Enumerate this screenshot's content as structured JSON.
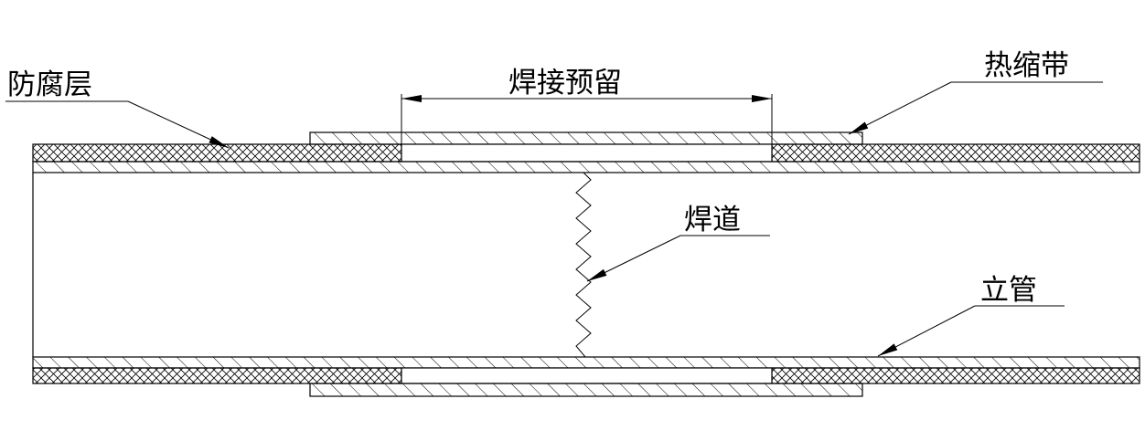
{
  "labels": {
    "anticorrosion_layer": "防腐层",
    "weld_reserve": "焊接预留",
    "heat_shrink_band": "热缩带",
    "weld_seam": "焊道",
    "riser_pipe": "立管"
  }
}
